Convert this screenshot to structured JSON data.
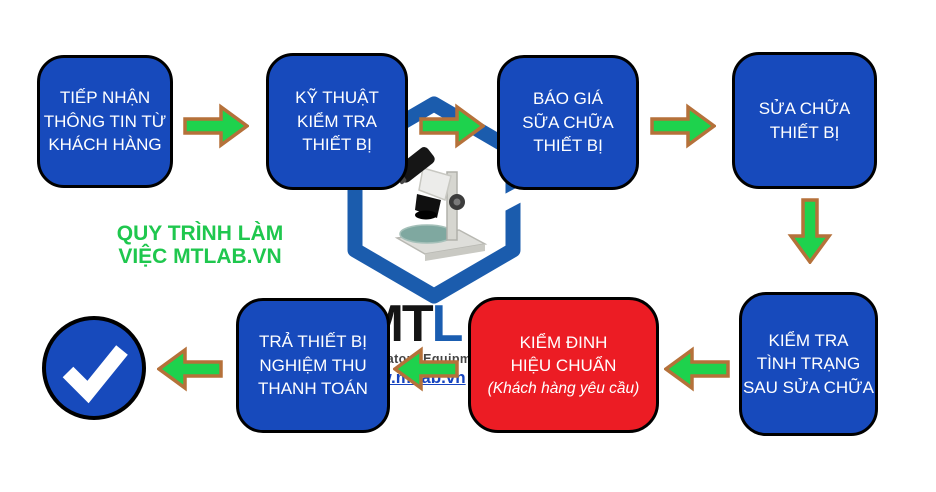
{
  "title": {
    "line1": "QUY TRÌNH LÀM",
    "line2": "VIỆC MTLAB.VN"
  },
  "steps": [
    {
      "name": "receive-info",
      "lines": [
        "TIẾP NHẬN",
        "THÔNG TIN TỪ",
        "KHÁCH HÀNG"
      ]
    },
    {
      "name": "tech-check",
      "lines": [
        "KỸ THUẬT",
        "KIỂM TRA",
        "THIẾT BỊ"
      ]
    },
    {
      "name": "repair-quote",
      "lines": [
        "BÁO GIÁ",
        "SỮA CHỮA",
        "THIẾT BỊ"
      ]
    },
    {
      "name": "repair",
      "lines": [
        "SỬA CHỮA",
        "THIẾT BỊ"
      ]
    },
    {
      "name": "post-repair-check",
      "lines": [
        "KIỂM TRA",
        "TÌNH TRẠNG",
        "SAU SỬA CHỮA"
      ]
    },
    {
      "name": "calibration",
      "lines": [
        "KIỂM ĐINH",
        "HIỆU CHUẨN"
      ],
      "note": "(Khách hàng yêu cầu)"
    },
    {
      "name": "handover-payment",
      "lines": [
        "TRẢ THIẾT BỊ",
        "NGHIỆM THU",
        "THANH TOÁN"
      ]
    }
  ],
  "watermark": {
    "brand_m": "M",
    "brand_t": "T",
    "brand_l": "L",
    "tagline": "Laboratory Equipment",
    "url": "www.mtlab.vn"
  },
  "colors": {
    "box_blue": "#174abc",
    "box_red": "#ec1c24",
    "arrow_green": "#1ed24d",
    "arrow_border": "#b5713a",
    "title_green": "#1fc74e",
    "hexagon_blue": "#1b5cad",
    "check_blue": "#174abc"
  }
}
